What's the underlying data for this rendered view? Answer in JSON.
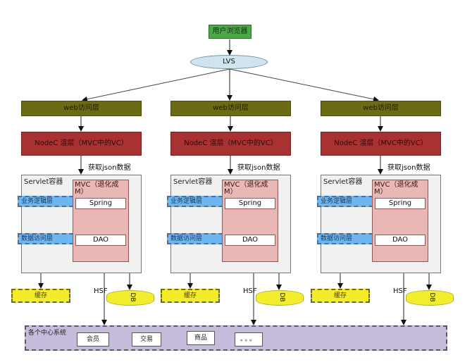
{
  "browser": {
    "label": "用户浏览器",
    "color": "#4ea84a"
  },
  "lvs": {
    "label": "LVS",
    "color": "#cfe5ee"
  },
  "columns": [
    {
      "web_label": "web访问层",
      "nodec_label": "NodeC 渲层（MVC中的VC）",
      "json_label": "获取json数据",
      "servlet_label": "Servlet容器",
      "mvc_label": "MVC（退化成M）",
      "business_layer": "业务逻辑层",
      "data_layer": "数据访问层",
      "spring_label": "Spring",
      "dao_label": "DAO",
      "cache_label": "缓存",
      "hsf_label": "HSF",
      "db_label": "DB"
    },
    {
      "web_label": "web访问层",
      "nodec_label": "NodeC 渲层（MVC中的VC）",
      "json_label": "获取json数据",
      "servlet_label": "Servlet容器",
      "mvc_label": "MVC（退化成M）",
      "business_layer": "业务逻辑层",
      "data_layer": "数据访问层",
      "spring_label": "Spring",
      "dao_label": "DAO",
      "cache_label": "缓存",
      "hsf_label": "HSF",
      "db_label": "DB"
    },
    {
      "web_label": "web访问层",
      "nodec_label": "NodeC 渲层（MVC中的VC）",
      "json_label": "获取json数据",
      "servlet_label": "Servlet容器",
      "mvc_label": "MVC（退化成M）",
      "business_layer": "业务逻辑层",
      "data_layer": "数据访问层",
      "spring_label": "Spring",
      "dao_label": "DAO",
      "cache_label": "缓存",
      "hsf_label": "HSF",
      "db_label": "DB"
    }
  ],
  "center_systems": {
    "label": "各个中心系统",
    "services": [
      "会员",
      "交易",
      "商品",
      "。。。"
    ]
  },
  "colors": {
    "web_layer": "#6b6b16",
    "nodec_layer": "#a83232",
    "servlet": "#f1f1f1",
    "mvc": "#e9b7b5",
    "logic_layer": "#6fb6f0",
    "cache": "#f4ec2a",
    "db": "#f3ee2d",
    "center": "#c5bcdb"
  }
}
